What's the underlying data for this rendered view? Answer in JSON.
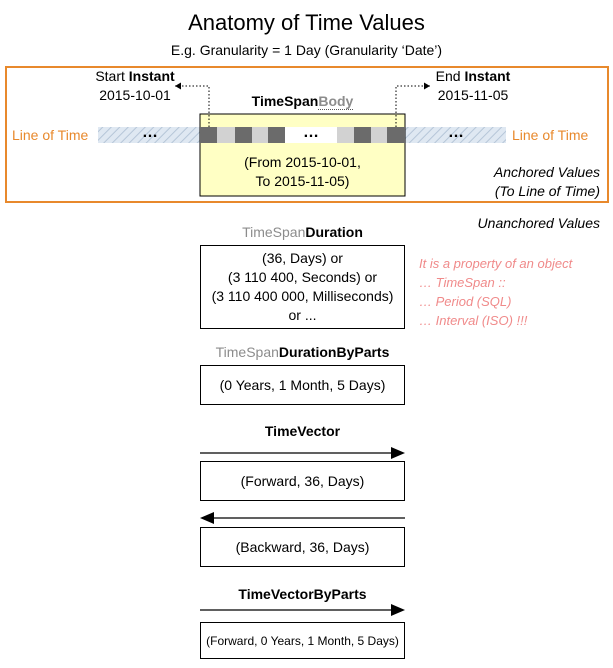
{
  "header": {
    "title": "Anatomy of Time Values",
    "subtitle": "E.g. Granularity = 1 Day   (Granularity ‘Date’)"
  },
  "anchored": {
    "start_prefix": "Start ",
    "start_word": "Instant",
    "start_date": "2015-10-01",
    "end_prefix": "End ",
    "end_word": "Instant",
    "end_date": "2015-11-05",
    "body_title_plain": "TimeSpan",
    "body_title_bold": "Body",
    "line_of_time_left": "Line of Time",
    "line_of_time_right": "Line of Time",
    "ellipsis": "…",
    "body_line1": "(From 2015-10-01,",
    "body_line2": "To 2015-11-05)",
    "label_line1": "Anchored Values",
    "label_line2": "(To Line of Time)"
  },
  "unanchored_label": "Unanchored Values",
  "duration": {
    "title_plain": "TimeSpan",
    "title_bold": "Duration",
    "lines": [
      "(36, Days) or",
      "(3 110 400, Seconds) or",
      "(3 110 400 000, Milliseconds)",
      "or ..."
    ]
  },
  "note": {
    "lines": [
      "It is a property of an object",
      "… TimeSpan ::",
      "… Period (SQL)",
      "… Interval (ISO) !!!"
    ]
  },
  "duration_by_parts": {
    "title_plain": "TimeSpan",
    "title_bold": "DurationByParts",
    "value": "(0 Years, 1 Month, 5 Days)"
  },
  "time_vector": {
    "title": "TimeVector",
    "forward_value": "(Forward, 36, Days)",
    "backward_value": "(Backward, 36, Days)"
  },
  "time_vector_by_parts": {
    "title": "TimeVectorByParts",
    "value": "(Forward, 0 Years, 1 Month, 5 Days)"
  },
  "colors": {
    "orange": "#e8892c",
    "note_pink": "#f08a8a",
    "body_fill": "#ffffc4",
    "gray_text": "#8c8c8c"
  }
}
